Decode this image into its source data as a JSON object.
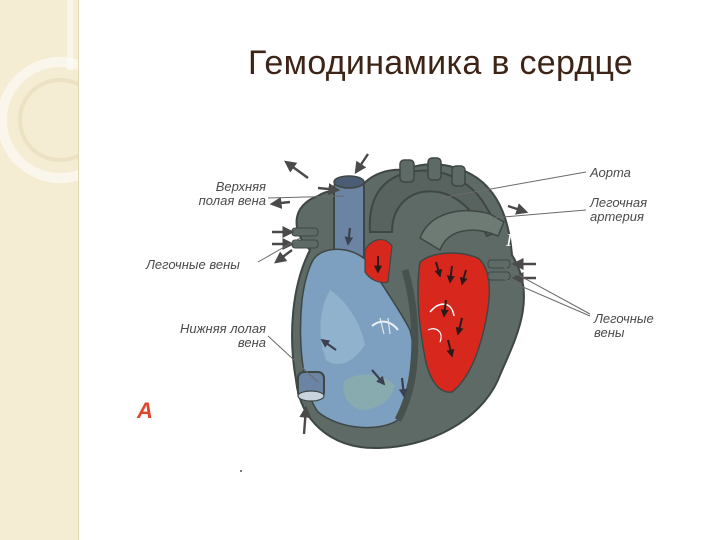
{
  "slide": {
    "title": "Гемодинамика в сердце"
  },
  "diagram": {
    "figure_letter": "А",
    "roman_top": "I",
    "roman_right": "II",
    "labels": {
      "upper_vena_cava_1": "Верхняя",
      "upper_vena_cava_2": "полая вена",
      "pulmonary_veins_left": "Легочные вены",
      "lower_vena_cava_1": "Нижняя лолая",
      "lower_vena_cava_2": "вена",
      "aorta": "Аорта",
      "pulmonary_artery_1": "Легочная",
      "pulmonary_artery_2": "артерия",
      "pulmonary_veins_right_1": "Легочные",
      "pulmonary_veins_right_2": "вены"
    }
  },
  "colors": {
    "sidebar": "#f4ecd3",
    "title": "#3d2417",
    "heart_outer": "#5e6a66",
    "right_heart": "#7d9fc0",
    "left_heart_blood": "#d8281e",
    "figure_letter": "#e0462c"
  }
}
